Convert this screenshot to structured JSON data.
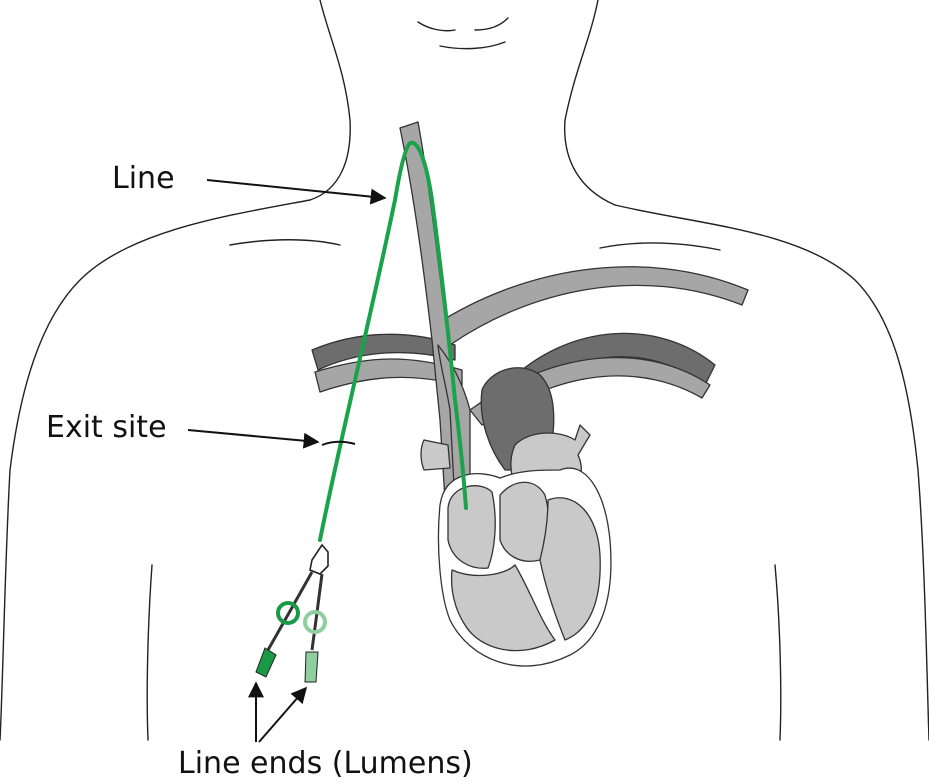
{
  "labels": {
    "line": "Line",
    "exit_site": "Exit site",
    "line_ends": "Line ends (Lumens)"
  },
  "colors": {
    "catheter_green": "#1aa34a",
    "lumen_dark_green": "#1a9a44",
    "lumen_light_green": "#8fcf9f",
    "vessel_gray": "#a6a6a6",
    "heart_dark_gray": "#6d6d6d"
  }
}
